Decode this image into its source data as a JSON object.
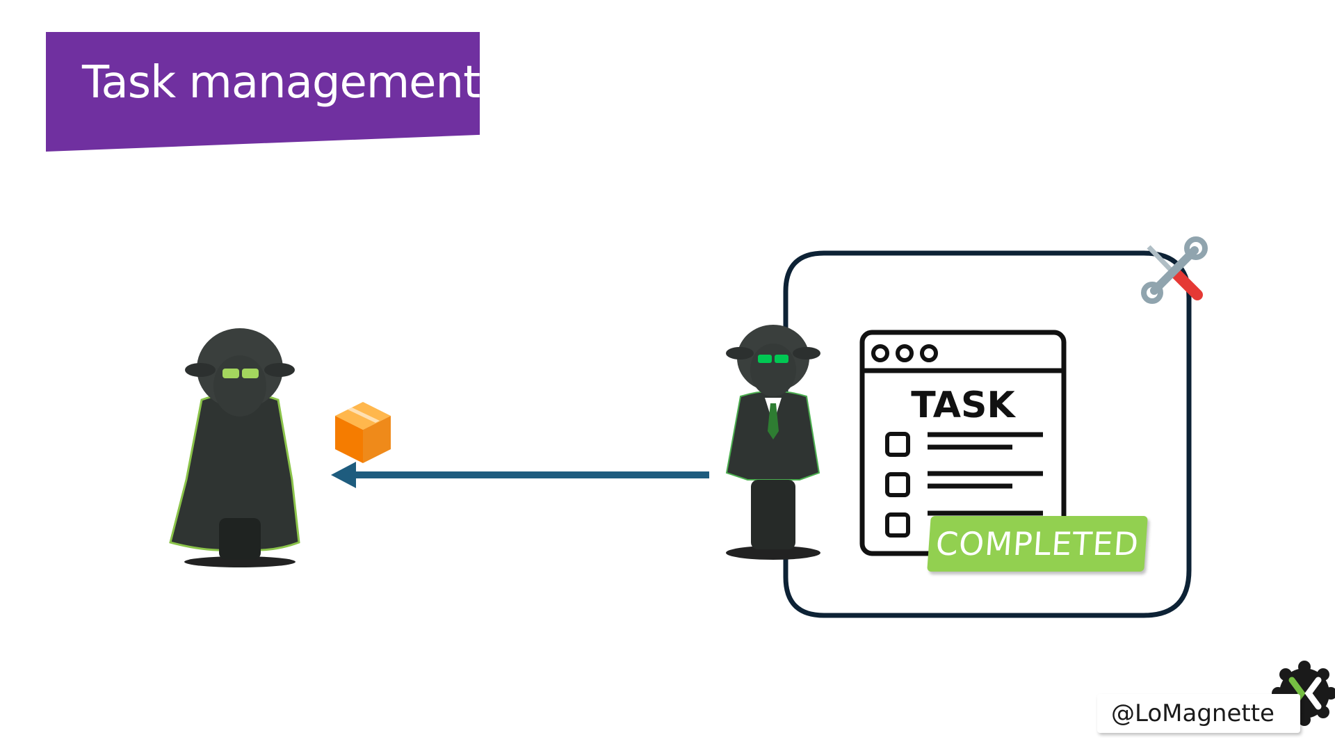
{
  "slide": {
    "title": "Task management",
    "title_color": "#7030a0"
  },
  "task_card": {
    "heading": "TASK",
    "status_label": "COMPLETED",
    "status_color": "#92d050",
    "frame_color": "#0d2235"
  },
  "flow": {
    "arrow_color": "#1e5c7e",
    "direction": "right-to-left"
  },
  "icons": {
    "package": "package-box-icon",
    "tools": "wrench-screwdriver-icon",
    "logo": "gear-x-logo-icon"
  },
  "footer": {
    "handle": "@LoMagnette"
  }
}
